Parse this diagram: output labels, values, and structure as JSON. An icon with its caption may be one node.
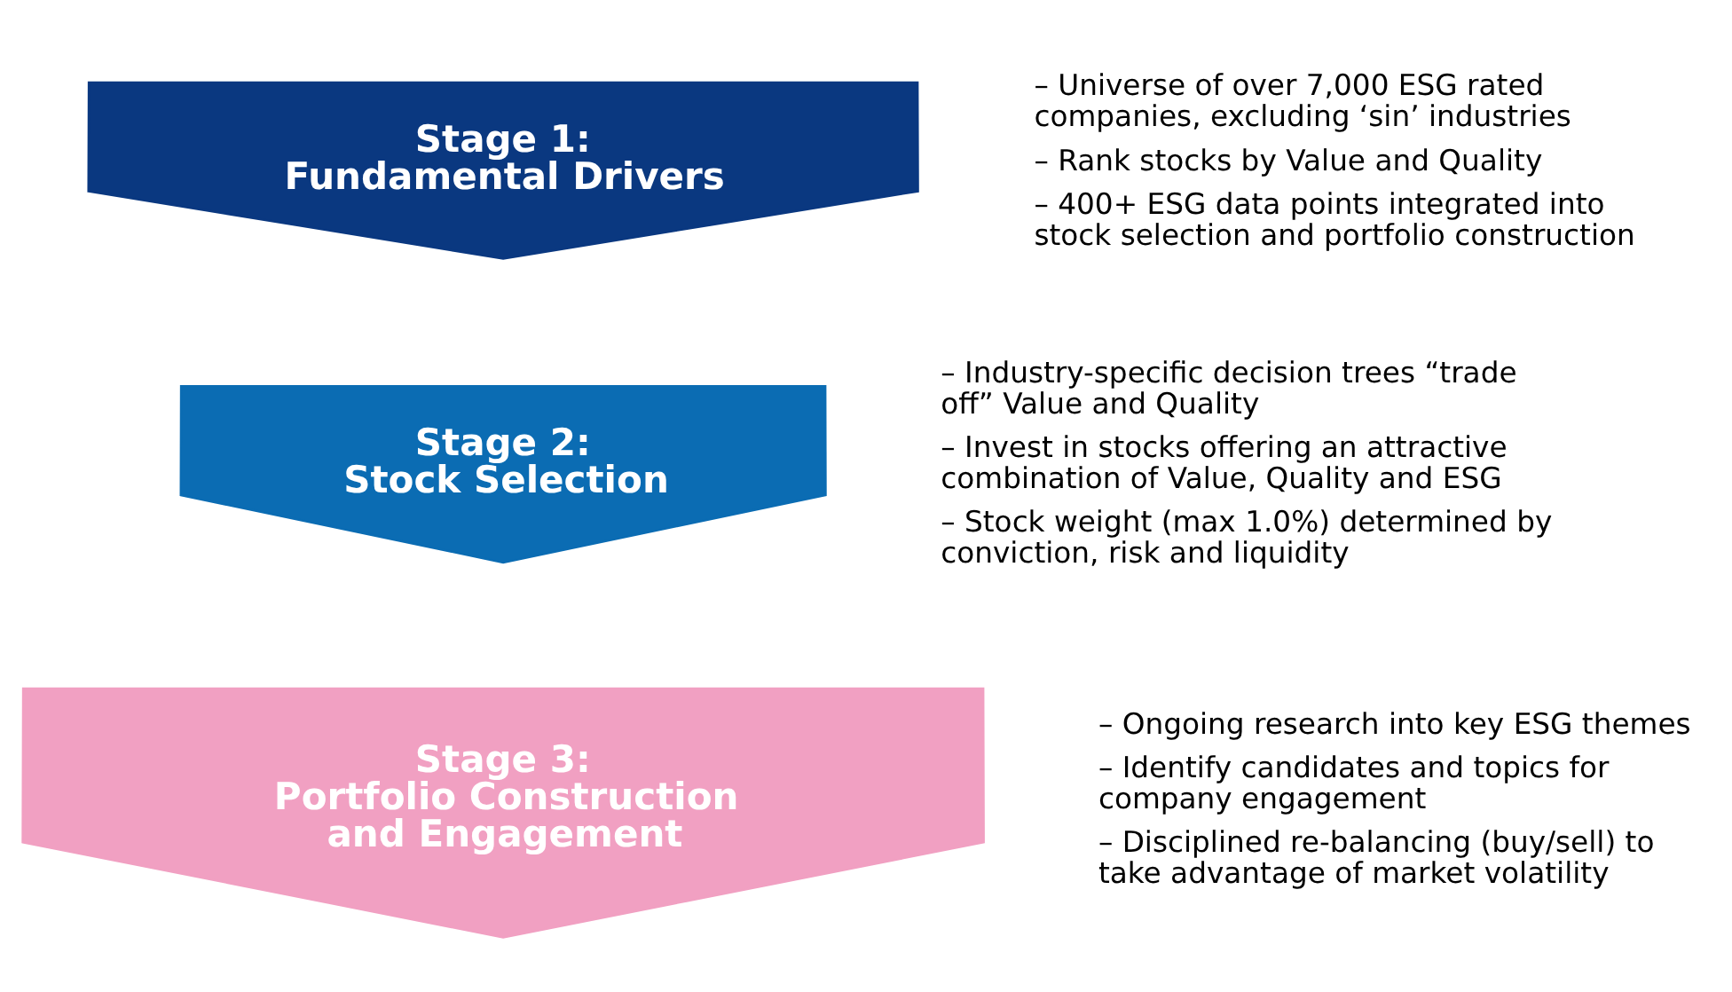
{
  "diagram": {
    "nodes": [
      {
        "text": [
          "Stage 1:",
          "Fundamental Drivers"
        ],
        "beside": [
          "– Universe of over 7,000 ESG rated companies, excluding ‘sin’ industries",
          "– Rank stocks by Value and Quality",
          "– 400+ ESG data points integrated into stock selection and portfolio construction"
        ]
      },
      {
        "text": [
          "Stage 2:",
          "Stock Selection"
        ],
        "beside": [
          "– Industry-specific decision trees “trade off” Value and Quality",
          "– Invest in stocks offering an attractive combination of Value, Quality and ESG",
          "– Stock weight (max 1.0%) determined by conviction, risk and liquidity"
        ]
      },
      {
        "text": [
          "Stage 3:",
          "Portfolio Construction and Engagement"
        ],
        "beside": [
          "– Ongoing research into key ESG themes",
          "– Identify candidates and topics for company engagement",
          "– Disciplined re-balancing (buy/sell) to take advantage of market volatility"
        ]
      }
    ]
  }
}
